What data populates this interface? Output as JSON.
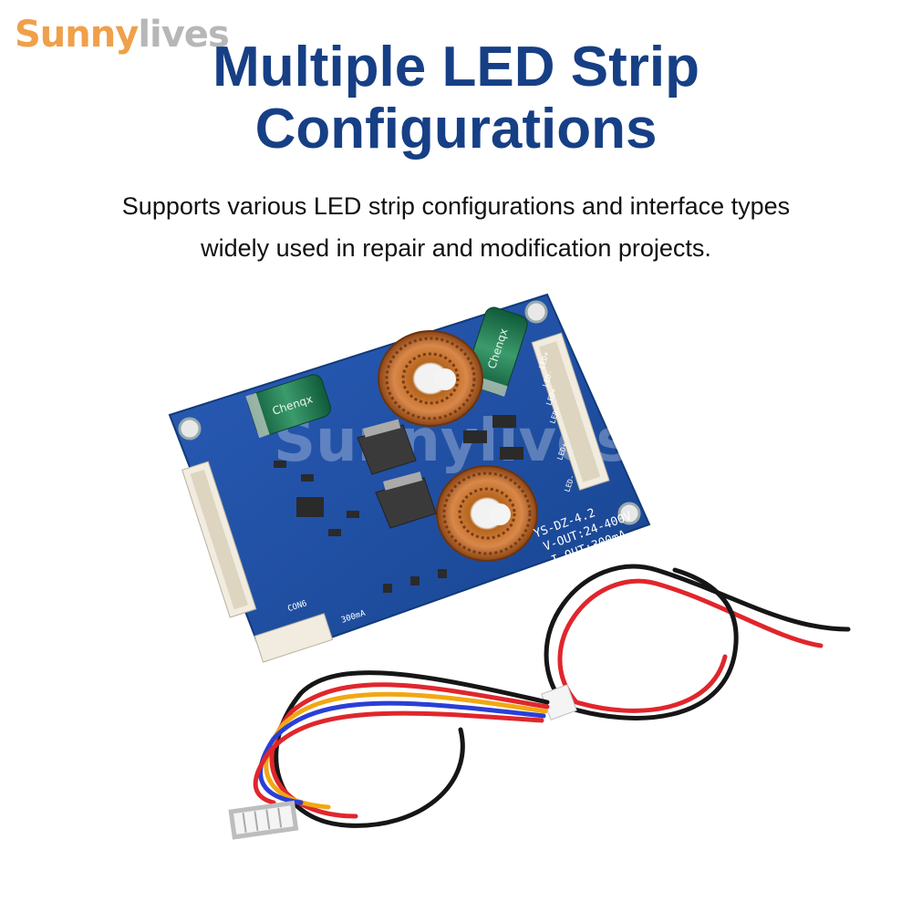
{
  "brand": {
    "part1": "Sunny",
    "part2": "lives"
  },
  "title": {
    "line1": "Multiple LED Strip",
    "line2": "Configurations"
  },
  "subtitle": {
    "line1": "Supports various LED strip configurations and interface types",
    "line2": "widely used in repair and modification projects."
  },
  "board": {
    "model": "YS-DZ-4.2",
    "vout": "V-OUT:24-400V",
    "iout": "I-OUT:300mA",
    "capacitor_brand": "Chenqx",
    "current_label": "300mA",
    "connector_label": "CON6",
    "pins": [
      "LED+",
      "LED-",
      "LED+",
      "LED-",
      "LED+",
      "LED-"
    ]
  },
  "watermark": "Sunnylives",
  "colors": {
    "title": "#163f85",
    "brand_orange": "#f0a04a",
    "brand_gray": "#b7b7b7",
    "pcb": "#1f4fa8"
  }
}
